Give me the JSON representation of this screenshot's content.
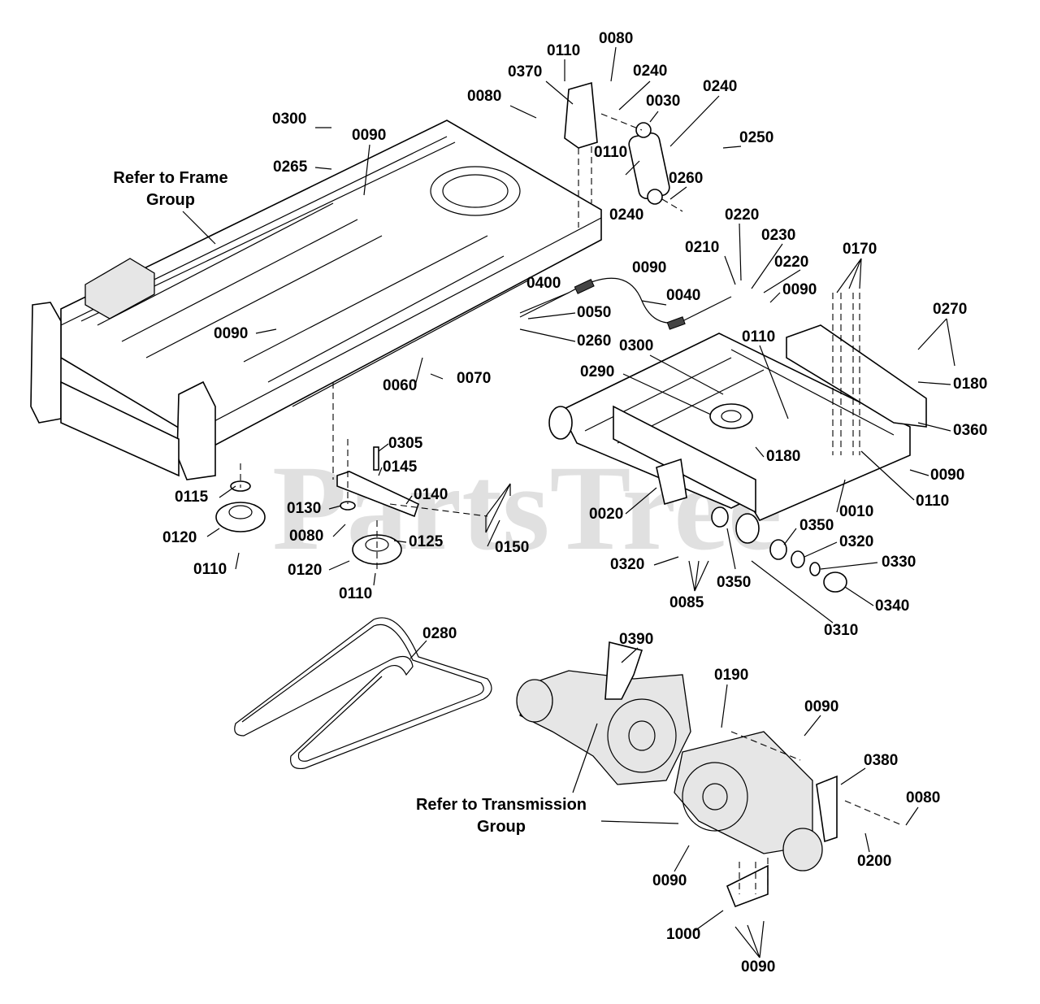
{
  "watermark": "PartsTree",
  "notes": {
    "frame_line1": "Refer to Frame",
    "frame_line2": "Group",
    "trans_line1": "Refer to Transmission",
    "trans_line2": "Group"
  },
  "callouts": [
    "0110",
    "0080",
    "0370",
    "0240",
    "0080",
    "0030",
    "0240",
    "0300",
    "0090",
    "0250",
    "0110",
    "0265",
    "0260",
    "0240",
    "0220",
    "0090",
    "0210",
    "0230",
    "0170",
    "0220",
    "0400",
    "0090",
    "0040",
    "0050",
    "0270",
    "0090",
    "0260",
    "0300",
    "0110",
    "0070",
    "0060",
    "0290",
    "0180",
    "0360",
    "0305",
    "0180",
    "0145",
    "0090",
    "0115",
    "0140",
    "0130",
    "0020",
    "0010",
    "0110",
    "0120",
    "0080",
    "0125",
    "0150",
    "0350",
    "0320",
    "0110",
    "0120",
    "0320",
    "0330",
    "0085",
    "0350",
    "0340",
    "0110",
    "0310",
    "0280",
    "0390",
    "0190",
    "0090",
    "0380",
    "0080",
    "0200",
    "0090",
    "1000",
    "0090"
  ]
}
